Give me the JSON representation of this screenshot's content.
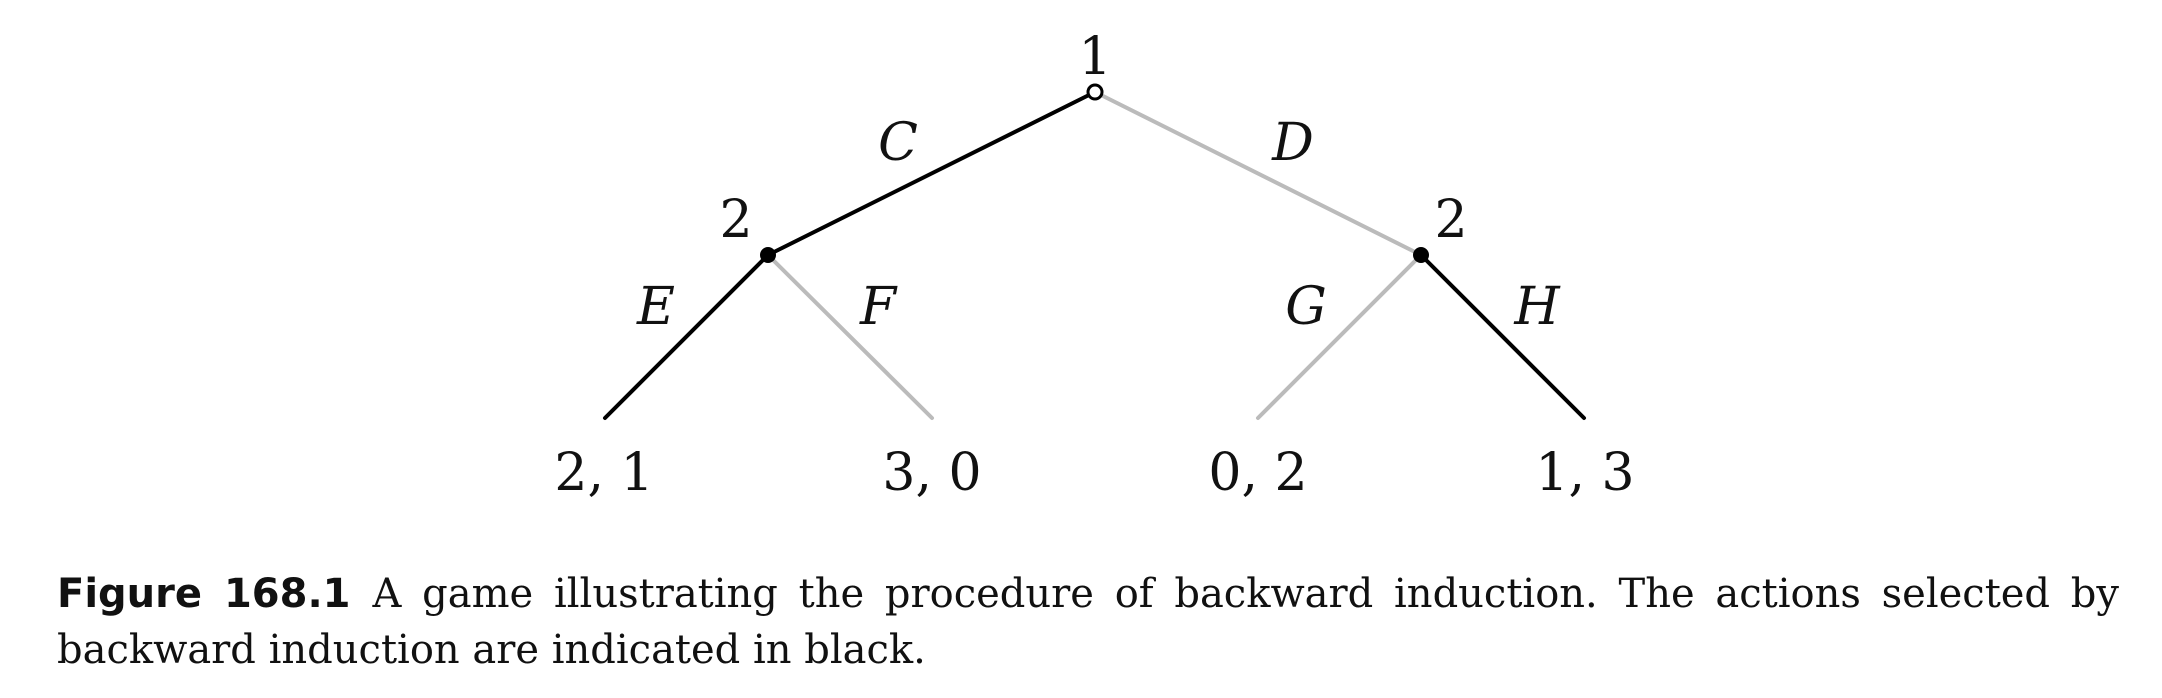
{
  "figure": {
    "tree": {
      "root": {
        "player": "1"
      },
      "left_node": {
        "player": "2"
      },
      "right_node": {
        "player": "2"
      },
      "actions": [
        {
          "id": "C",
          "label": "C",
          "from": "root",
          "to": "left_node",
          "selected": true
        },
        {
          "id": "D",
          "label": "D",
          "from": "root",
          "to": "right_node",
          "selected": false
        },
        {
          "id": "E",
          "label": "E",
          "from": "left_node",
          "to": "leaf_1",
          "selected": true
        },
        {
          "id": "F",
          "label": "F",
          "from": "left_node",
          "to": "leaf_2",
          "selected": false
        },
        {
          "id": "G",
          "label": "G",
          "from": "right_node",
          "to": "leaf_3",
          "selected": false
        },
        {
          "id": "H",
          "label": "H",
          "from": "right_node",
          "to": "leaf_4",
          "selected": true
        }
      ],
      "payoffs": [
        {
          "leaf": "leaf_1",
          "text": "2, 1"
        },
        {
          "leaf": "leaf_2",
          "text": "3, 0"
        },
        {
          "leaf": "leaf_3",
          "text": "0, 2"
        },
        {
          "leaf": "leaf_4",
          "text": "1, 3"
        }
      ]
    },
    "colors": {
      "selected": "#000000",
      "unselected": "#bbbbbb",
      "text": "#111111"
    },
    "caption": {
      "label": "Figure 168.1",
      "text": "A game illustrating the procedure of backward induction.  The actions selected by backward induction are indicated in black."
    }
  }
}
